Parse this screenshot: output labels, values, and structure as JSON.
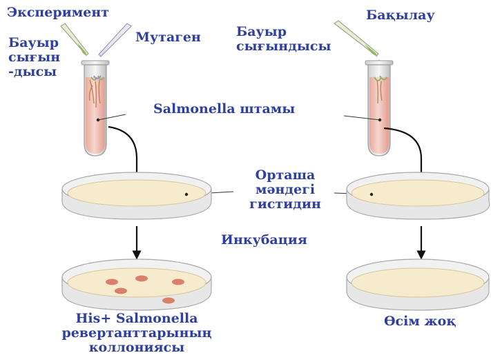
{
  "experiment": {
    "title": "Эксперимент",
    "liver_extract": [
      "Бауыр",
      "сығын",
      "-дысы"
    ],
    "mutagen": "Мутаген"
  },
  "control": {
    "title": "Бақылау",
    "liver_extract": [
      "Бауыр",
      "сығындысы"
    ]
  },
  "strain_label": "Salmonella штамы",
  "medium_label": [
    "Орташа",
    "мәндегі",
    "гистидин"
  ],
  "incubation_label": "Инкубация",
  "result_experiment": [
    "His+ Salmonella",
    "ревертанттарының",
    "коллониясы"
  ],
  "result_control": "Өсім жоқ",
  "colors": {
    "label_text": "#2e3f9e",
    "tube_fill": "#f2c6bd",
    "agar": "#f7ebcd",
    "dish_rim": "#d9d9d9",
    "colony": "#d9806a",
    "pipette_green": "#8fb56a",
    "pipette_purple": "#9b8fc8"
  }
}
